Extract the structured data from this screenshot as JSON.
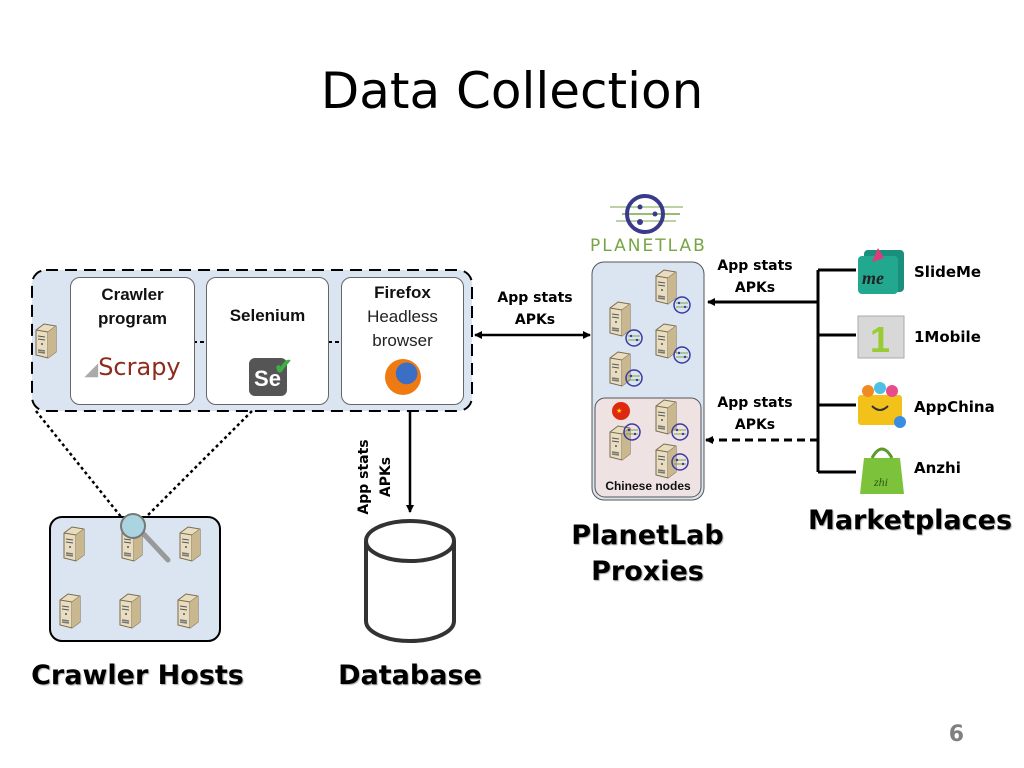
{
  "title": "Data Collection",
  "crawler_box": {
    "cards": [
      {
        "heading": "Crawler program",
        "heading_l1": "Crawler",
        "heading_l2": "program",
        "logo": "Scrapy"
      },
      {
        "heading": "Selenium",
        "logo": "Se"
      },
      {
        "heading": "Firefox",
        "line1": "Headless",
        "line2": "browser",
        "logo": "firefox-logo"
      }
    ]
  },
  "arrows": {
    "crawler_to_proxies": {
      "line1": "App stats",
      "line2": "APKs"
    },
    "crawler_to_db": {
      "line1": "App stats",
      "line2": "APKs"
    },
    "market_to_proxies": {
      "line1": "App stats",
      "line2": "APKs"
    },
    "market_to_chinese": {
      "line1": "App stats",
      "line2": "APKs"
    }
  },
  "planetlab": {
    "logo_text": "PLANETLAB",
    "chinese_nodes_label": "Chinese nodes",
    "label_l1": "PlanetLab",
    "label_l2": "Proxies"
  },
  "marketplaces": {
    "items": [
      {
        "name": "SlideMe",
        "icon": "slideme-icon"
      },
      {
        "name": "1Mobile",
        "icon": "onemobile-icon"
      },
      {
        "name": "AppChina",
        "icon": "appchina-icon"
      },
      {
        "name": "Anzhi",
        "icon": "anzhi-icon"
      }
    ],
    "label": "Marketplaces"
  },
  "crawler_hosts_label": "Crawler Hosts",
  "database_label": "Database",
  "page_number": "6",
  "colors": {
    "panel_fill": "#dbe5f1",
    "planetlab_green": "#77a544",
    "planetlab_blue": "#3a3a8c",
    "chinese_fill": "#efe2e2"
  }
}
